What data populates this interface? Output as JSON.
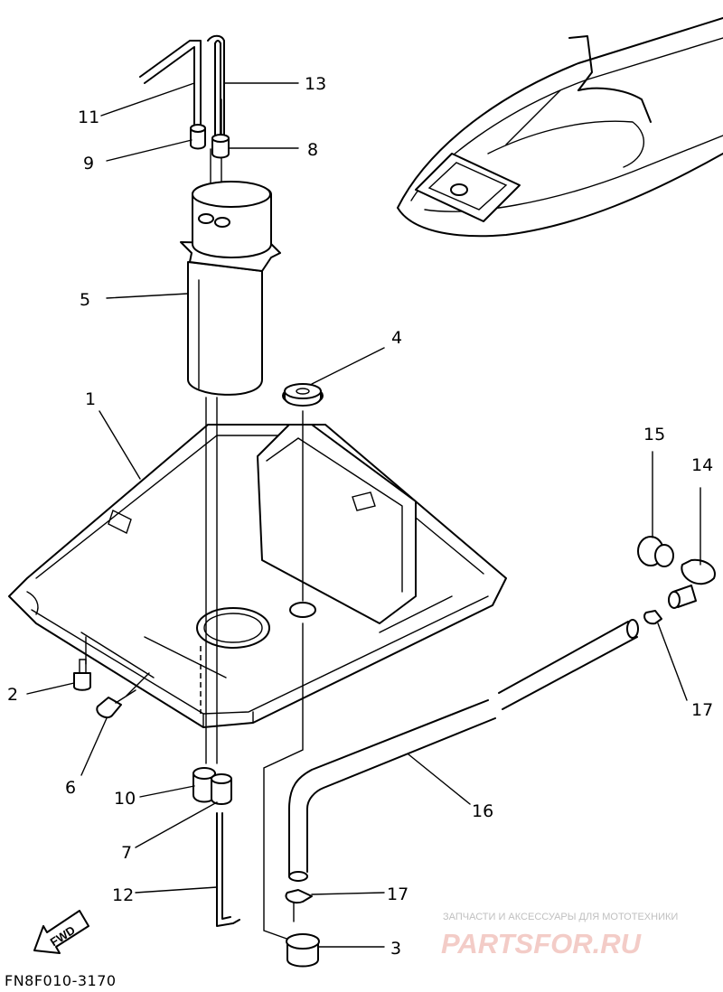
{
  "diagram": {
    "code": "FN8F010-3170",
    "fwd_label": "FWD",
    "callouts": {
      "p1": "1",
      "p2": "2",
      "p3": "3",
      "p4": "4",
      "p5": "5",
      "p6": "6",
      "p7": "7",
      "p8": "8",
      "p9": "9",
      "p10": "10",
      "p11": "11",
      "p12": "12",
      "p13": "13",
      "p14": "14",
      "p15": "15",
      "p16": "16",
      "p17a": "17",
      "p17b": "17"
    }
  },
  "watermark": {
    "tagline": "ЗАПЧАСТИ И АКСЕССУАРЫ ДЛЯ МОТОТЕХНИКИ",
    "brand": "PARTSFOR.RU",
    "color": "#e8a39b"
  }
}
